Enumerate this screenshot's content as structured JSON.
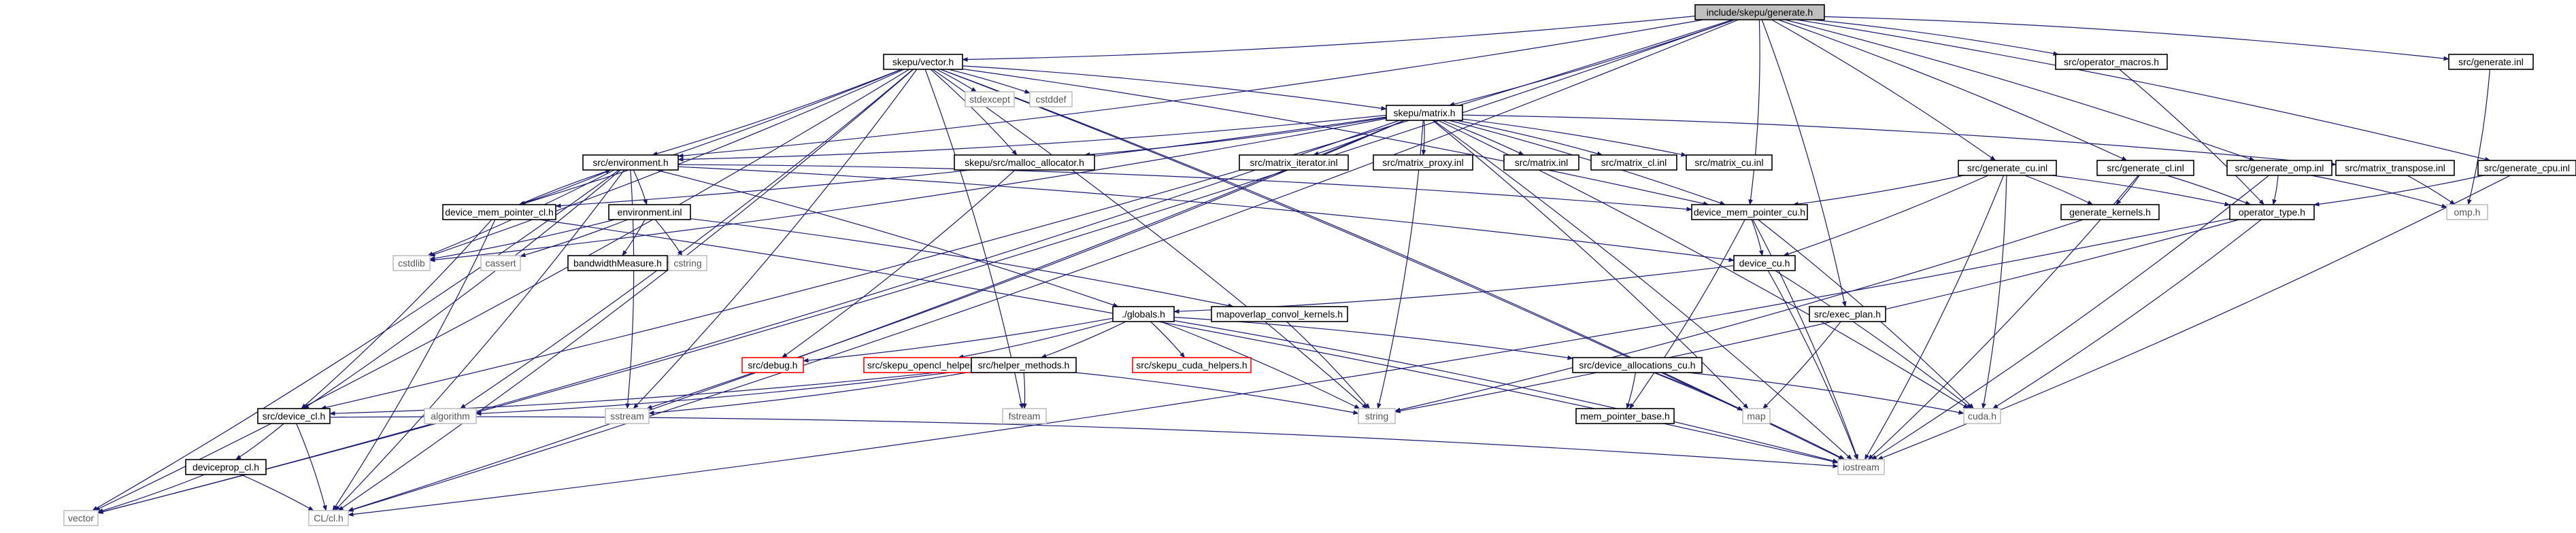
{
  "colors": {
    "edge": "#191970",
    "border_normal": "#000000",
    "border_missing": "#bfbfbf",
    "border_error": "#ff0000",
    "root_fill": "#bfbfbf",
    "text_normal": "#000000",
    "text_missing": "#555555"
  },
  "nodes": [
    {
      "id": "root",
      "label": "include/skepu/generate.h",
      "style": "root"
    },
    {
      "id": "vector_h",
      "label": "skepu/vector.h",
      "style": "normal"
    },
    {
      "id": "op_macros",
      "label": "src/operator_macros.h",
      "style": "normal"
    },
    {
      "id": "gen_inl",
      "label": "src/generate.inl",
      "style": "normal"
    },
    {
      "id": "stdexcept",
      "label": "stdexcept",
      "style": "missing"
    },
    {
      "id": "cstddef",
      "label": "cstddef",
      "style": "missing"
    },
    {
      "id": "matrix_h",
      "label": "skepu/matrix.h",
      "style": "normal"
    },
    {
      "id": "env_h",
      "label": "src/environment.h",
      "style": "normal"
    },
    {
      "id": "malloc_alloc",
      "label": "skepu/src/malloc_allocator.h",
      "style": "normal"
    },
    {
      "id": "mat_iter",
      "label": "src/matrix_iterator.inl",
      "style": "normal"
    },
    {
      "id": "mat_proxy",
      "label": "src/matrix_proxy.inl",
      "style": "normal"
    },
    {
      "id": "mat_inl",
      "label": "src/matrix.inl",
      "style": "normal"
    },
    {
      "id": "mat_cl",
      "label": "src/matrix_cl.inl",
      "style": "normal"
    },
    {
      "id": "mat_cu",
      "label": "src/matrix_cu.inl",
      "style": "normal"
    },
    {
      "id": "gen_cu",
      "label": "src/generate_cu.inl",
      "style": "normal"
    },
    {
      "id": "gen_cl",
      "label": "src/generate_cl.inl",
      "style": "normal"
    },
    {
      "id": "gen_omp",
      "label": "src/generate_omp.inl",
      "style": "normal"
    },
    {
      "id": "mat_trans",
      "label": "src/matrix_transpose.inl",
      "style": "normal"
    },
    {
      "id": "gen_cpu",
      "label": "src/generate_cpu.inl",
      "style": "normal"
    },
    {
      "id": "dmp_cl",
      "label": "device_mem_pointer_cl.h",
      "style": "normal"
    },
    {
      "id": "env_inl",
      "label": "environment.inl",
      "style": "normal"
    },
    {
      "id": "dmp_cu",
      "label": "device_mem_pointer_cu.h",
      "style": "normal"
    },
    {
      "id": "gen_kernels",
      "label": "generate_kernels.h",
      "style": "normal"
    },
    {
      "id": "op_type",
      "label": "operator_type.h",
      "style": "normal"
    },
    {
      "id": "omp_h",
      "label": "omp.h",
      "style": "missing"
    },
    {
      "id": "cstdlib",
      "label": "cstdlib",
      "style": "missing"
    },
    {
      "id": "cassert",
      "label": "cassert",
      "style": "missing"
    },
    {
      "id": "bw_measure",
      "label": "bandwidthMeasure.h",
      "style": "normal"
    },
    {
      "id": "cstring",
      "label": "cstring",
      "style": "missing"
    },
    {
      "id": "dev_cu",
      "label": "device_cu.h",
      "style": "normal"
    },
    {
      "id": "globals",
      "label": "./globals.h",
      "style": "normal"
    },
    {
      "id": "mapoverlap",
      "label": "mapoverlap_convol_kernels.h",
      "style": "normal"
    },
    {
      "id": "exec_plan",
      "label": "src/exec_plan.h",
      "style": "normal"
    },
    {
      "id": "debug_h",
      "label": "src/debug.h",
      "style": "error"
    },
    {
      "id": "ocl_helpers",
      "label": "src/skepu_opencl_helpers.h",
      "style": "error"
    },
    {
      "id": "helper_methods",
      "label": "src/helper_methods.h",
      "style": "normal"
    },
    {
      "id": "cuda_helpers",
      "label": "src/skepu_cuda_helpers.h",
      "style": "error"
    },
    {
      "id": "dev_alloc_cu",
      "label": "src/device_allocations_cu.h",
      "style": "normal"
    },
    {
      "id": "dev_cl",
      "label": "src/device_cl.h",
      "style": "normal"
    },
    {
      "id": "algorithm",
      "label": "algorithm",
      "style": "missing"
    },
    {
      "id": "sstream",
      "label": "sstream",
      "style": "missing"
    },
    {
      "id": "fstream",
      "label": "fstream",
      "style": "missing"
    },
    {
      "id": "string",
      "label": "string",
      "style": "missing"
    },
    {
      "id": "mem_ptr_base",
      "label": "mem_pointer_base.h",
      "style": "normal"
    },
    {
      "id": "map",
      "label": "map",
      "style": "missing"
    },
    {
      "id": "cuda_h",
      "label": "cuda.h",
      "style": "missing"
    },
    {
      "id": "deviceprop_cl",
      "label": "deviceprop_cl.h",
      "style": "normal"
    },
    {
      "id": "iostream",
      "label": "iostream",
      "style": "missing"
    },
    {
      "id": "vector",
      "label": "vector",
      "style": "missing"
    },
    {
      "id": "cl_h",
      "label": "CL/cl.h",
      "style": "missing"
    }
  ],
  "edges": [
    [
      "root",
      "vector_h"
    ],
    [
      "root",
      "op_macros"
    ],
    [
      "root",
      "gen_inl"
    ],
    [
      "root",
      "matrix_h"
    ],
    [
      "root",
      "env_h"
    ],
    [
      "root",
      "gen_cu"
    ],
    [
      "root",
      "gen_cl"
    ],
    [
      "root",
      "gen_omp"
    ],
    [
      "root",
      "gen_cpu"
    ],
    [
      "root",
      "dev_cl"
    ],
    [
      "root",
      "vector"
    ],
    [
      "root",
      "cl_h"
    ],
    [
      "root",
      "exec_plan"
    ],
    [
      "root",
      "dmp_cu"
    ],
    [
      "vector_h",
      "stdexcept"
    ],
    [
      "vector_h",
      "cstddef"
    ],
    [
      "vector_h",
      "matrix_h"
    ],
    [
      "vector_h",
      "env_h"
    ],
    [
      "vector_h",
      "malloc_alloc"
    ],
    [
      "vector_h",
      "dmp_cl"
    ],
    [
      "vector_h",
      "dmp_cu"
    ],
    [
      "vector_h",
      "vector"
    ],
    [
      "vector_h",
      "iostream"
    ],
    [
      "vector_h",
      "cstdlib"
    ],
    [
      "vector_h",
      "algorithm"
    ],
    [
      "vector_h",
      "sstream"
    ],
    [
      "vector_h",
      "fstream"
    ],
    [
      "vector_h",
      "string"
    ],
    [
      "vector_h",
      "map"
    ],
    [
      "vector_h",
      "cl_h"
    ],
    [
      "matrix_h",
      "env_h"
    ],
    [
      "matrix_h",
      "malloc_alloc"
    ],
    [
      "matrix_h",
      "mat_iter"
    ],
    [
      "matrix_h",
      "mat_proxy"
    ],
    [
      "matrix_h",
      "mat_inl"
    ],
    [
      "matrix_h",
      "mat_cl"
    ],
    [
      "matrix_h",
      "mat_cu"
    ],
    [
      "matrix_h",
      "mat_trans"
    ],
    [
      "matrix_h",
      "dmp_cl"
    ],
    [
      "matrix_h",
      "dmp_cu"
    ],
    [
      "matrix_h",
      "vector"
    ],
    [
      "matrix_h",
      "cuda_h"
    ],
    [
      "matrix_h",
      "map"
    ],
    [
      "matrix_h",
      "string"
    ],
    [
      "matrix_h",
      "iostream"
    ],
    [
      "matrix_h",
      "cl_h"
    ],
    [
      "matrix_h",
      "cstdlib"
    ],
    [
      "matrix_h",
      "sstream"
    ],
    [
      "env_h",
      "env_inl"
    ],
    [
      "env_h",
      "dmp_cl"
    ],
    [
      "env_h",
      "dmp_cu"
    ],
    [
      "env_h",
      "dev_cu"
    ],
    [
      "env_h",
      "globals"
    ],
    [
      "env_h",
      "dev_cl"
    ],
    [
      "env_h",
      "vector"
    ],
    [
      "env_h",
      "cstdlib"
    ],
    [
      "env_h",
      "sstream"
    ],
    [
      "env_h",
      "cl_h"
    ],
    [
      "env_inl",
      "cstdlib"
    ],
    [
      "env_inl",
      "cassert"
    ],
    [
      "env_inl",
      "bw_measure"
    ],
    [
      "env_inl",
      "cstring"
    ],
    [
      "env_inl",
      "mapoverlap"
    ],
    [
      "malloc_alloc",
      "debug_h"
    ],
    [
      "dmp_cl",
      "env_h"
    ],
    [
      "dmp_cl",
      "dev_cl"
    ],
    [
      "dmp_cl",
      "cl_h"
    ],
    [
      "dmp_cl",
      "iostream"
    ],
    [
      "dmp_cu",
      "dev_cu"
    ],
    [
      "dmp_cu",
      "cuda_h"
    ],
    [
      "dmp_cu",
      "iostream"
    ],
    [
      "dmp_cu",
      "mem_ptr_base"
    ],
    [
      "gen_cu",
      "dmp_cu"
    ],
    [
      "gen_cu",
      "gen_kernels"
    ],
    [
      "gen_cu",
      "op_type"
    ],
    [
      "gen_cu",
      "dev_cu"
    ],
    [
      "gen_cu",
      "cuda_h"
    ],
    [
      "gen_cu",
      "iostream"
    ],
    [
      "gen_cl",
      "gen_kernels"
    ],
    [
      "gen_cl",
      "op_type"
    ],
    [
      "gen_cl",
      "iostream"
    ],
    [
      "gen_omp",
      "op_type"
    ],
    [
      "gen_omp",
      "omp_h"
    ],
    [
      "gen_omp",
      "iostream"
    ],
    [
      "gen_cpu",
      "op_type"
    ],
    [
      "gen_cpu",
      "iostream"
    ],
    [
      "gen_inl",
      "omp_h"
    ],
    [
      "mat_trans",
      "omp_h"
    ],
    [
      "op_macros",
      "op_type"
    ],
    [
      "op_type",
      "cuda_h"
    ],
    [
      "op_type",
      "string"
    ],
    [
      "op_type",
      "cl_h"
    ],
    [
      "gen_kernels",
      "string"
    ],
    [
      "dev_cu",
      "globals"
    ],
    [
      "dev_cu",
      "cuda_h"
    ],
    [
      "dev_cu",
      "iostream"
    ],
    [
      "globals",
      "debug_h"
    ],
    [
      "globals",
      "ocl_helpers"
    ],
    [
      "globals",
      "helper_methods"
    ],
    [
      "globals",
      "cuda_helpers"
    ],
    [
      "globals",
      "dev_alloc_cu"
    ],
    [
      "globals",
      "string"
    ],
    [
      "globals",
      "iostream"
    ],
    [
      "mapoverlap",
      "string"
    ],
    [
      "exec_plan",
      "map"
    ],
    [
      "helper_methods",
      "sstream"
    ],
    [
      "helper_methods",
      "fstream"
    ],
    [
      "helper_methods",
      "string"
    ],
    [
      "helper_methods",
      "algorithm"
    ],
    [
      "helper_methods",
      "dev_cl"
    ],
    [
      "dev_alloc_cu",
      "mem_ptr_base"
    ],
    [
      "dev_alloc_cu",
      "map"
    ],
    [
      "dev_alloc_cu",
      "cuda_h"
    ],
    [
      "dev_alloc_cu",
      "iostream"
    ],
    [
      "dev_cl",
      "deviceprop_cl"
    ],
    [
      "dev_cl",
      "cl_h"
    ],
    [
      "dev_cl",
      "iostream"
    ],
    [
      "deviceprop_cl",
      "vector"
    ],
    [
      "deviceprop_cl",
      "cl_h"
    ]
  ]
}
